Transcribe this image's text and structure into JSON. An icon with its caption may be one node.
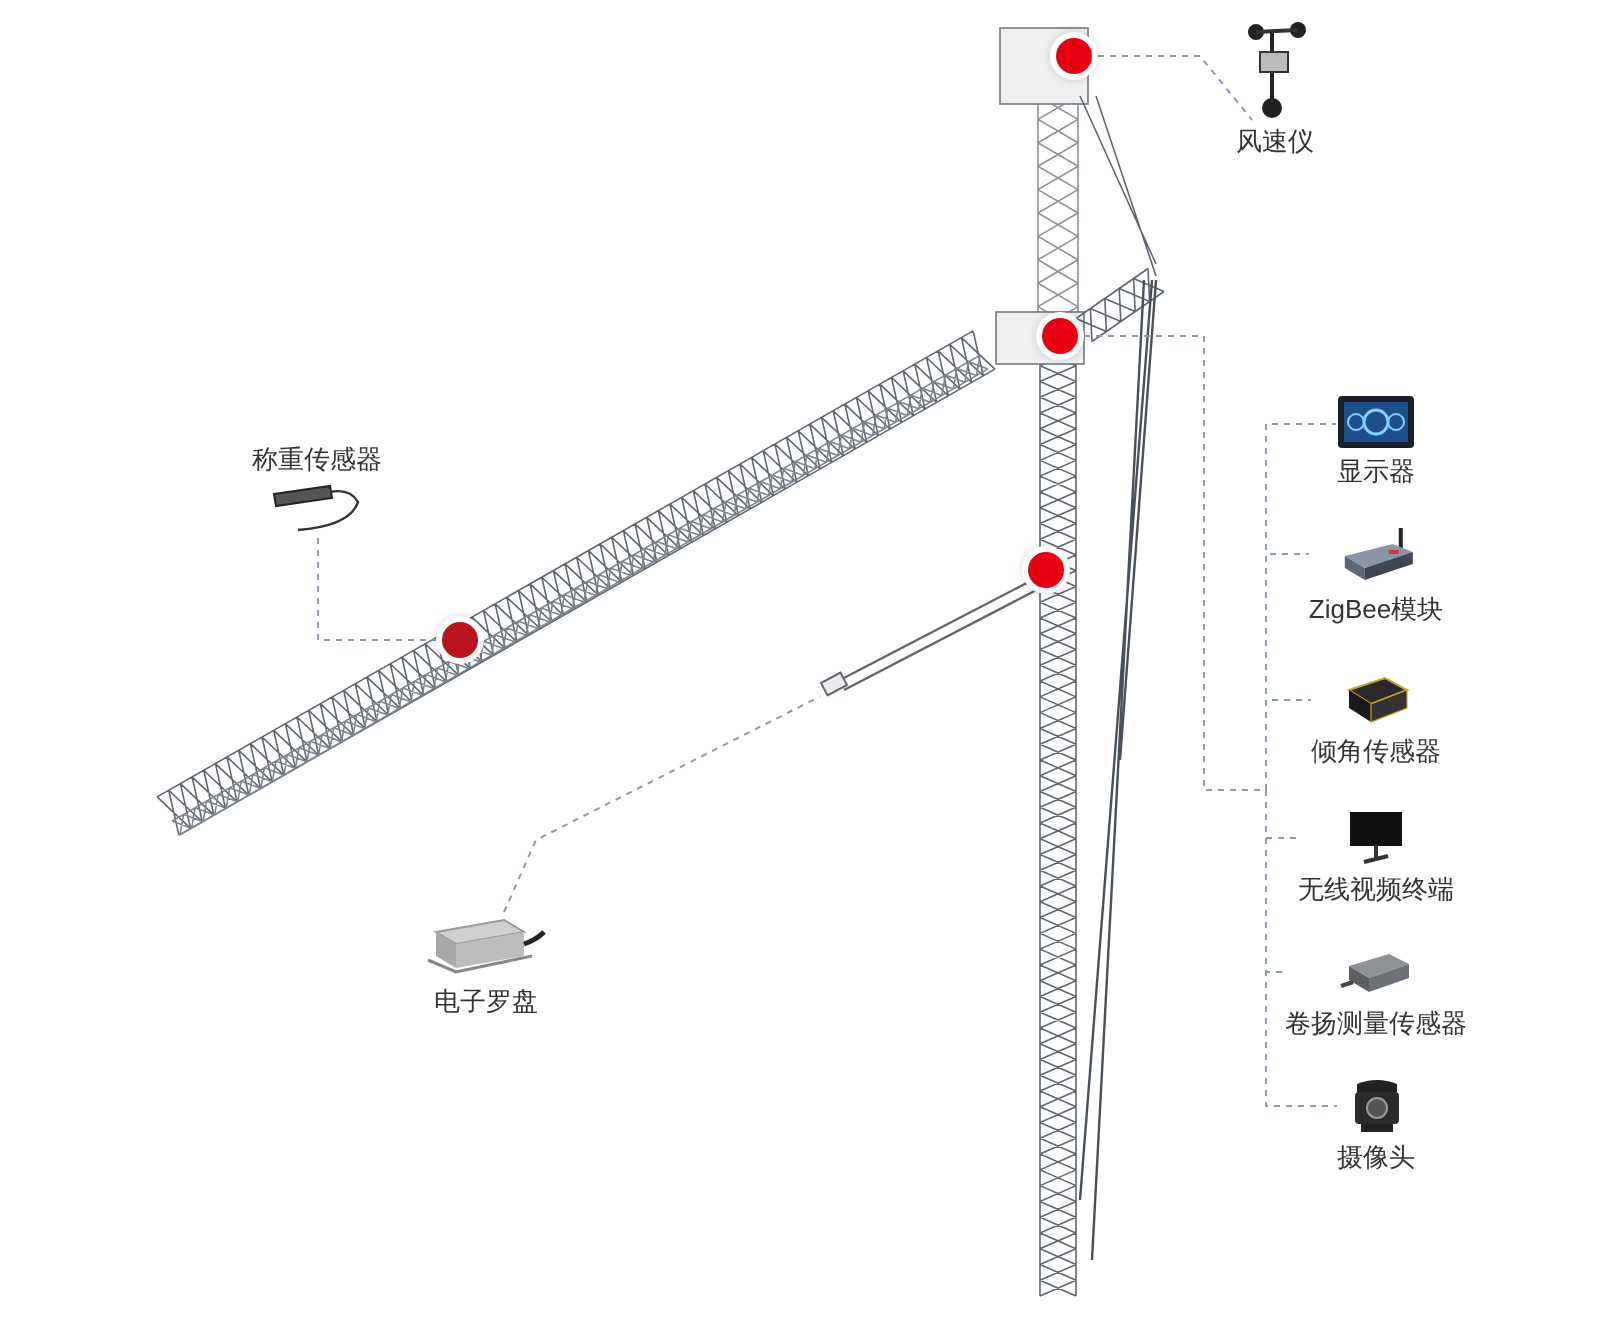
{
  "diagram": {
    "nodes": [
      {
        "text": [],
        "shape": "circle"
      },
      {
        "text": [
          "风速仪"
        ]
      },
      {
        "text": [],
        "shape": "circle"
      },
      {
        "text": [
          "显示器"
        ]
      },
      {
        "text": [
          "ZigBee模块"
        ]
      },
      {
        "text": [
          "倾角传感器"
        ]
      },
      {
        "text": [
          "无线视频终端"
        ]
      },
      {
        "text": [
          "卷扬测量传感器"
        ]
      },
      {
        "text": [
          "摄像头"
        ]
      },
      {
        "text": [
          "称重传感器"
        ]
      },
      {
        "text": [],
        "shape": "circle"
      },
      {
        "text": [],
        "shape": "circle"
      },
      {
        "text": [],
        "shape": "box"
      },
      {
        "text": [
          "电子罗盘"
        ]
      }
    ],
    "edges": [
      {
        "from": 0,
        "to": 1,
        "arrow": "none",
        "style": "dashed"
      },
      {
        "from": 2,
        "to": 3,
        "arrow": "none",
        "style": "dashed"
      },
      {
        "from": 2,
        "to": 4,
        "arrow": "none",
        "style": "dashed"
      },
      {
        "from": 2,
        "to": 5,
        "arrow": "none",
        "style": "dashed"
      },
      {
        "from": 2,
        "to": 6,
        "arrow": "none",
        "style": "dashed"
      },
      {
        "from": 2,
        "to": 7,
        "arrow": "none",
        "style": "dashed"
      },
      {
        "from": 2,
        "to": 8,
        "arrow": "none",
        "style": "dashed"
      },
      {
        "from": 9,
        "to": 10,
        "arrow": "none",
        "style": "dashed"
      },
      {
        "from": 13,
        "to": 12,
        "arrow": "none",
        "style": "dashed"
      }
    ]
  }
}
